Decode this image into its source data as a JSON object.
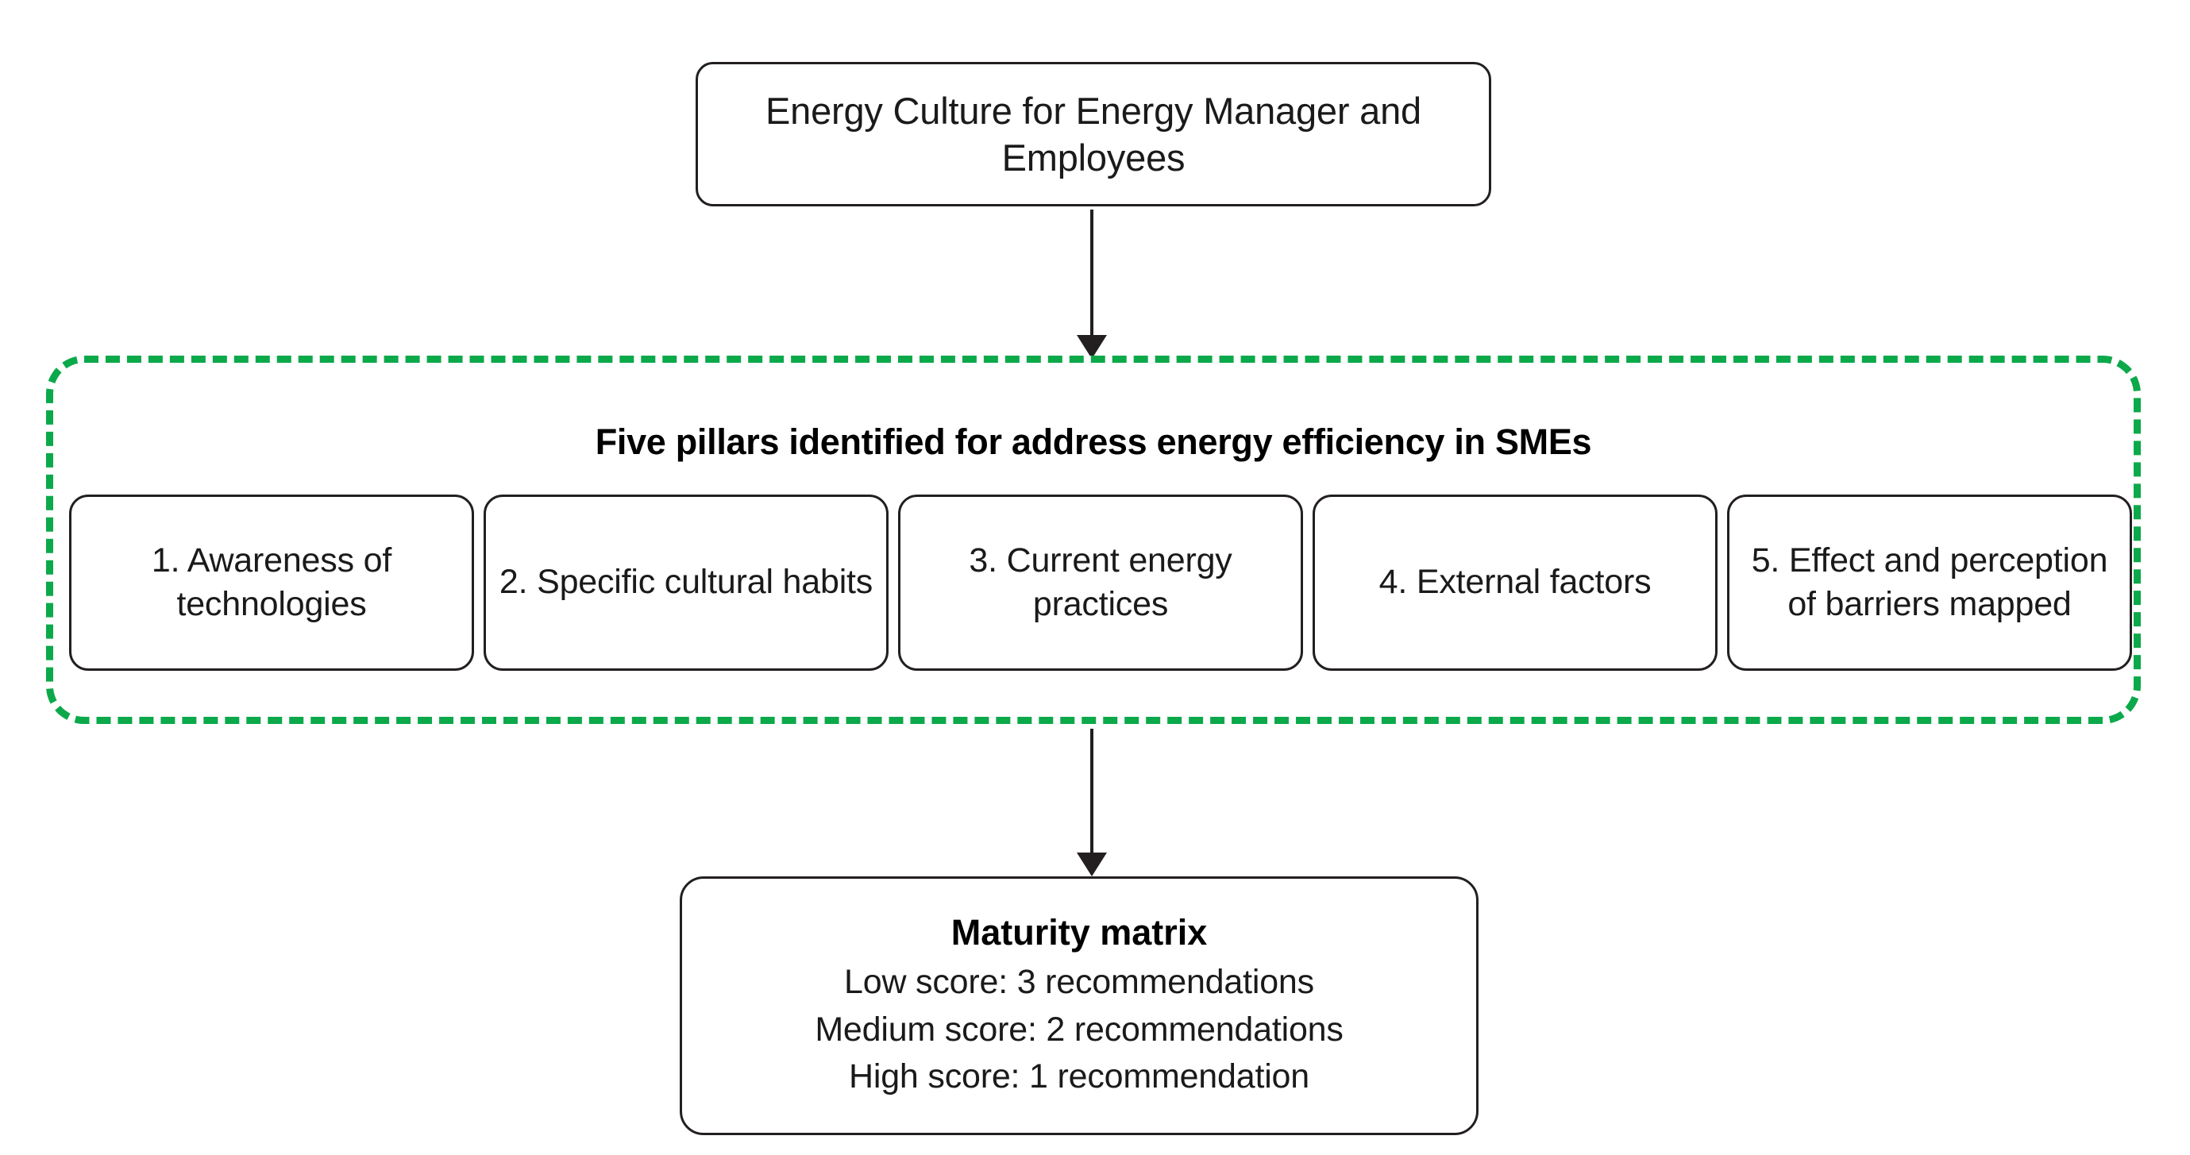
{
  "diagram": {
    "title": "Energy Culture framework flow diagram",
    "accent_color": "#0ba94a",
    "line_color": "#231f20",
    "background_color": "#ffffff"
  },
  "top_node": {
    "text": "Energy Culture for Energy Manager and Employees"
  },
  "arrow_top": {
    "label": "arrow pointing down from top node to pillars container"
  },
  "pillars": {
    "heading": "Five pillars identified for address energy efficiency in SMEs",
    "items": [
      {
        "label": "1. Awareness of technologies"
      },
      {
        "label": "2. Specific cultural habits"
      },
      {
        "label": "3. Current energy practices"
      },
      {
        "label": "4. External factors"
      },
      {
        "label": "5. Effect and perception of barriers mapped"
      }
    ]
  },
  "arrow_bottom": {
    "label": "arrow pointing down from pillars container to maturity matrix"
  },
  "bottom_node": {
    "title": "Maturity matrix",
    "lines": [
      "Low score: 3 recommendations",
      "Medium score: 2 recommendations",
      "High score: 1 recommendation"
    ]
  }
}
